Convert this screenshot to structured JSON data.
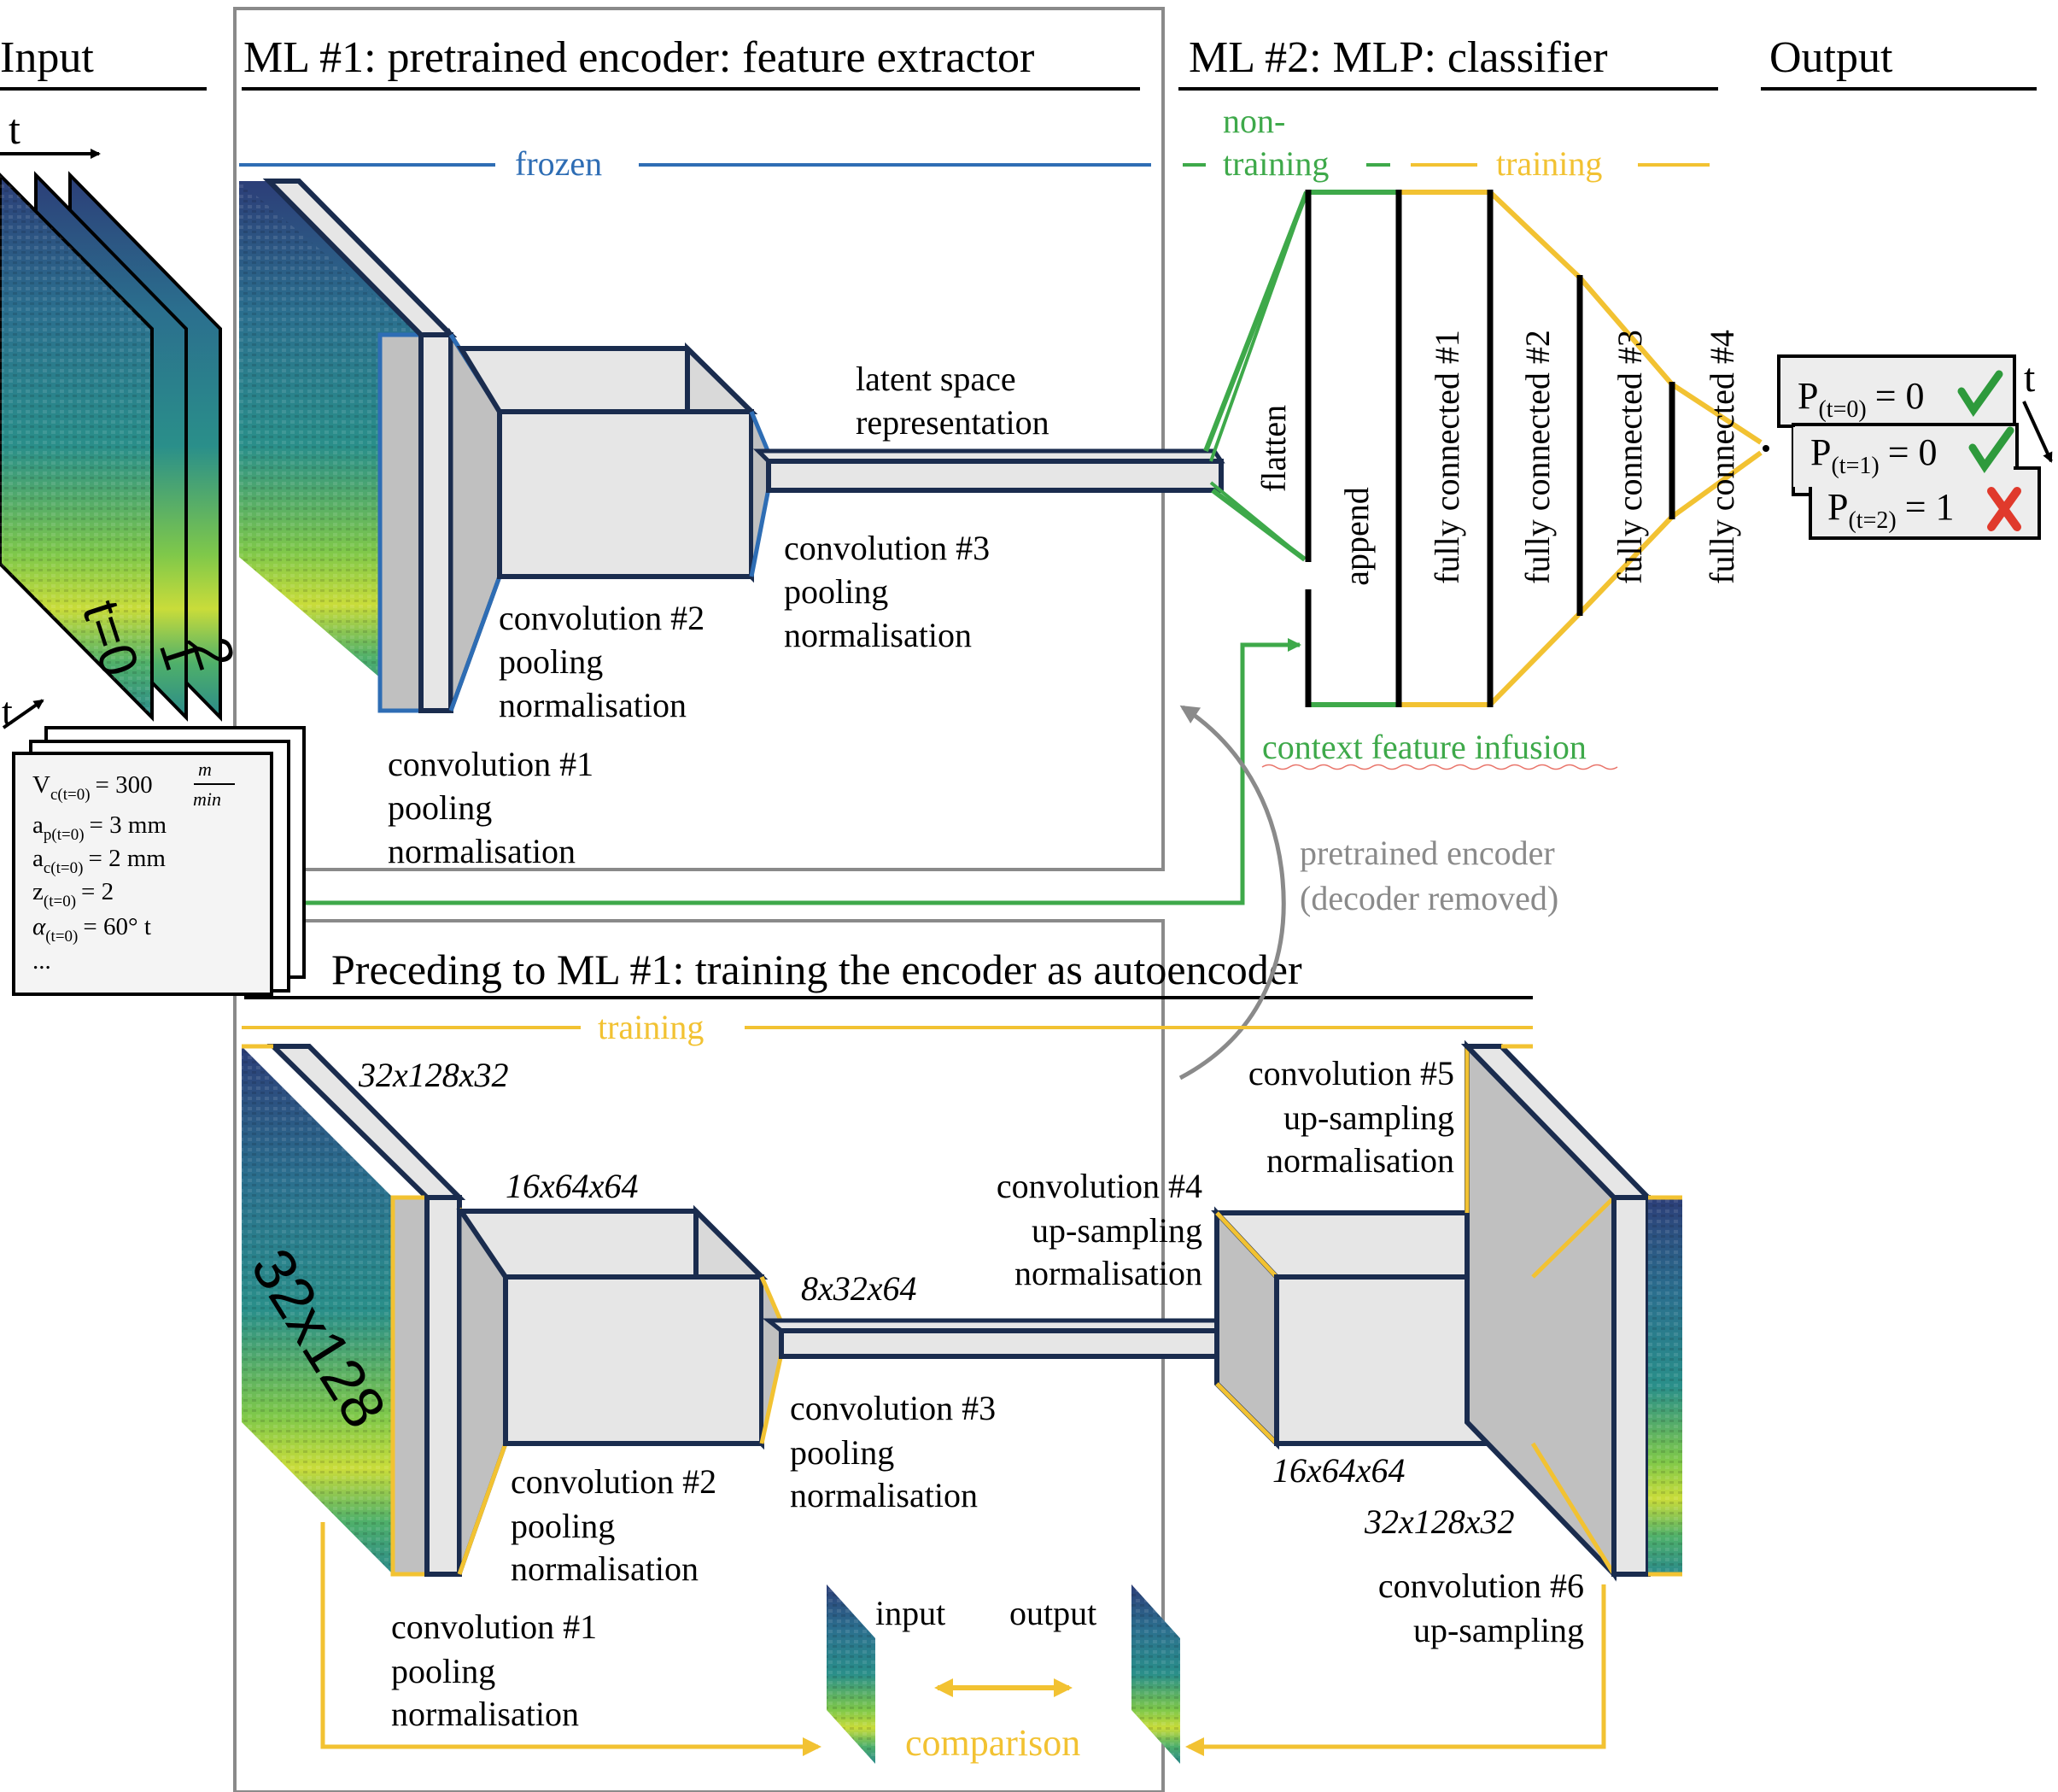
{
  "headings": {
    "input": "Input",
    "ml1": "ML #1: pretrained encoder: feature extractor",
    "ml2": "ML #2: MLP: classifier",
    "output": "Output",
    "preceding": "Preceding to ML #1: training the encoder as autoencoder"
  },
  "time_symbol": "t",
  "spectrogram_time_labels": [
    "t=0",
    "1",
    "2"
  ],
  "context_params": {
    "vc": "V",
    "vc_sub": "c(t=0)",
    "vc_value": "= 300",
    "vc_unit_num": "m",
    "vc_unit_den": "min",
    "ap": "a",
    "ap_sub": "p(t=0)",
    "ap_value": "= 3 mm",
    "ac": "a",
    "ac_sub": "c(t=0)",
    "ac_value": "= 2 mm",
    "z": "z",
    "z_sub": "(t=0)",
    "z_value": "= 2",
    "alpha": "α",
    "alpha_sub": "(t=0)",
    "alpha_value": "= 60° t",
    "more": "..."
  },
  "encoder": {
    "frozen": "frozen",
    "latent_line1": "latent space",
    "latent_line2": "representation",
    "conv1": [
      "convolution #1",
      "pooling",
      "normalisation"
    ],
    "conv2": [
      "convolution #2",
      "pooling",
      "normalisation"
    ],
    "conv3": [
      "convolution #3",
      "pooling",
      "normalisation"
    ]
  },
  "mlp": {
    "non_training_1": "non-",
    "non_training_2": "training",
    "training": "training",
    "layers": [
      "flatten",
      "append",
      "fully connected #1",
      "fully connected #2",
      "fully connected #3",
      "fully connected #4"
    ],
    "context_feature_infusion": "context feature infusion"
  },
  "output_boxes": [
    {
      "p": "P",
      "sub": "(t=0)",
      "value": "= 0",
      "result": "check"
    },
    {
      "p": "P",
      "sub": "(t=1)",
      "value": "= 0",
      "result": "check"
    },
    {
      "p": "P",
      "sub": "(t=2)",
      "value": "= 1",
      "result": "cross"
    }
  ],
  "pretrained_note": [
    "pretrained encoder",
    "(decoder removed)"
  ],
  "autoencoder": {
    "training": "training",
    "spec_label": "32x128",
    "dims": {
      "d1": "32x128x32",
      "d2": "16x64x64",
      "d3": "8x32x64",
      "d4": "16x64x64",
      "d5": "32x128x32"
    },
    "conv1": [
      "convolution #1",
      "pooling",
      "normalisation"
    ],
    "conv2": [
      "convolution #2",
      "pooling",
      "normalisation"
    ],
    "conv3": [
      "convolution #3",
      "pooling",
      "normalisation"
    ],
    "conv4": [
      "convolution #4",
      "up-sampling",
      "normalisation"
    ],
    "conv5": [
      "convolution #5",
      "up-sampling",
      "normalisation"
    ],
    "conv6": [
      "convolution #6",
      "up-sampling"
    ],
    "input": "input",
    "output": "output",
    "comparison": "comparison"
  },
  "colors": {
    "blue": "#2e6db4",
    "green": "#3ea94a",
    "yellow": "#f2c232",
    "gray": "#8a8a8a",
    "navy": "#1a2c4e",
    "check": "#2e9a3c",
    "cross": "#e03a2c"
  }
}
